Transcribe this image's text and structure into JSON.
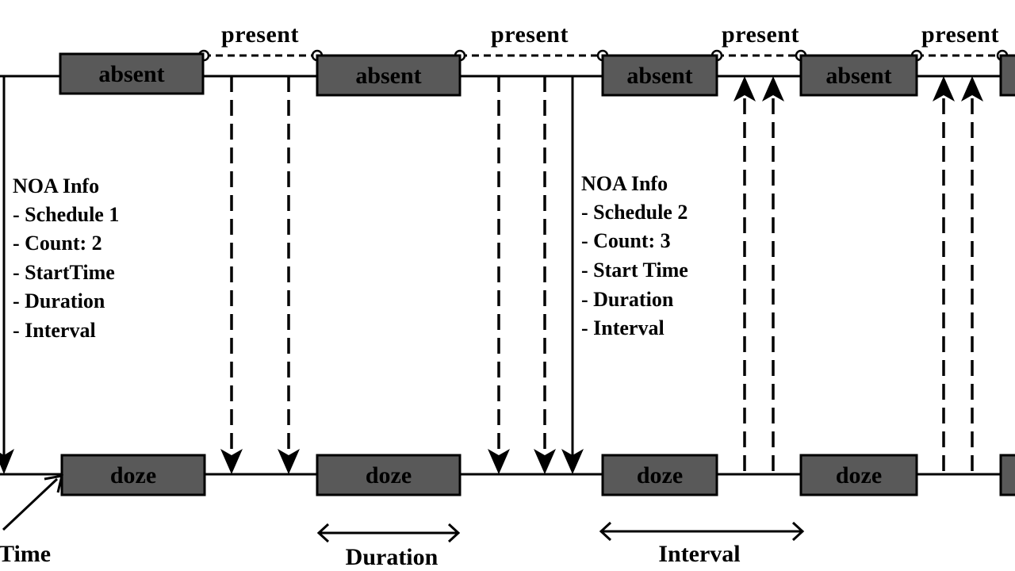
{
  "labels": {
    "absent": "absent",
    "doze": "doze",
    "present": "present",
    "time": "Time",
    "duration": "Duration",
    "interval": "Interval"
  },
  "info_blocks": [
    {
      "title": "NOA Info",
      "lines": [
        "- Schedule 1",
        "- Count: 2",
        "- StartTime",
        "- Duration",
        "- Interval"
      ]
    },
    {
      "title": "NOA Info",
      "lines": [
        "- Schedule 2",
        "- Count: 3",
        "- Start Time",
        "- Duration",
        "- Interval"
      ]
    }
  ],
  "colors": {
    "box_fill": "#595959",
    "line": "#000000",
    "background": "#ffffff"
  }
}
